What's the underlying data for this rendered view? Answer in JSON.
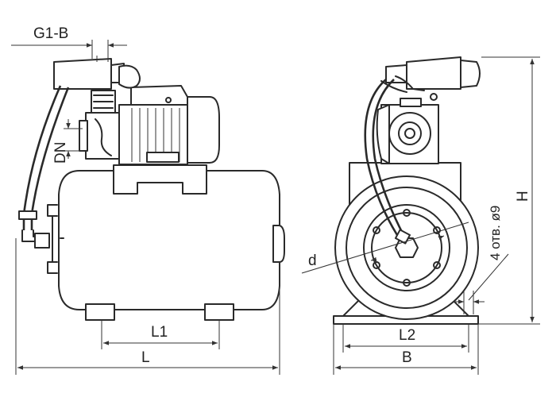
{
  "labels": {
    "g1b": "G1-B",
    "dn": "DN",
    "l1": "L1",
    "l": "L",
    "d": "d",
    "h": "H",
    "holes": "4 отв. ø9",
    "l2": "L2",
    "b": "B"
  },
  "colors": {
    "line": "#2a2a2a",
    "background": "#ffffff"
  }
}
